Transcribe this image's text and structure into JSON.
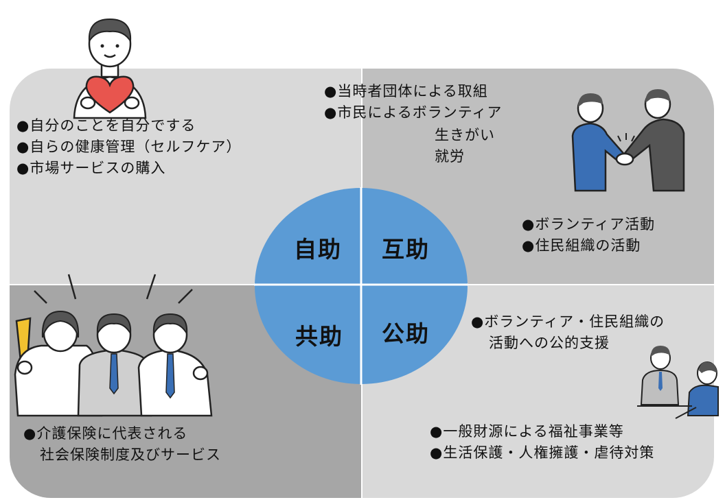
{
  "center": {
    "top_left": "自助",
    "top_right": "互助",
    "bottom_left": "共助",
    "bottom_right": "公助",
    "color": "#5b9bd5"
  },
  "self_help": {
    "items": [
      "●自分のことを自分でする",
      "●自らの健康管理（セルフケア）",
      "●市場サービスの購入"
    ]
  },
  "mutual_help": {
    "top_items": [
      "●当時者団体による取組",
      "●市民によるボランティア"
    ],
    "sub_items": [
      "生きがい",
      "就労"
    ],
    "bottom_items": [
      "●ボランティア活動",
      "●住民組織の活動"
    ]
  },
  "public_help": {
    "top_items": [
      "●ボランティア・住民組織の",
      "活動への公的支援"
    ],
    "bottom_items": [
      "●一般財源による福祉事業等",
      "●生活保護・人権擁護・虐待対策"
    ]
  },
  "co_help": {
    "items": [
      "●介護保険に代表される",
      "社会保険制度及びサービス"
    ]
  },
  "colors": {
    "quad_light": "#d9d9d9",
    "quad_mid": "#bfbfbf",
    "quad_dark": "#a6a6a6",
    "heart": "#e8554e",
    "suit_blue": "#3a6fb5",
    "suit_dark": "#555555",
    "flag_yellow": "#f2c230"
  },
  "icons": [
    "person-heart-icon",
    "handshake-icon",
    "three-workers-icon",
    "meeting-icon"
  ]
}
